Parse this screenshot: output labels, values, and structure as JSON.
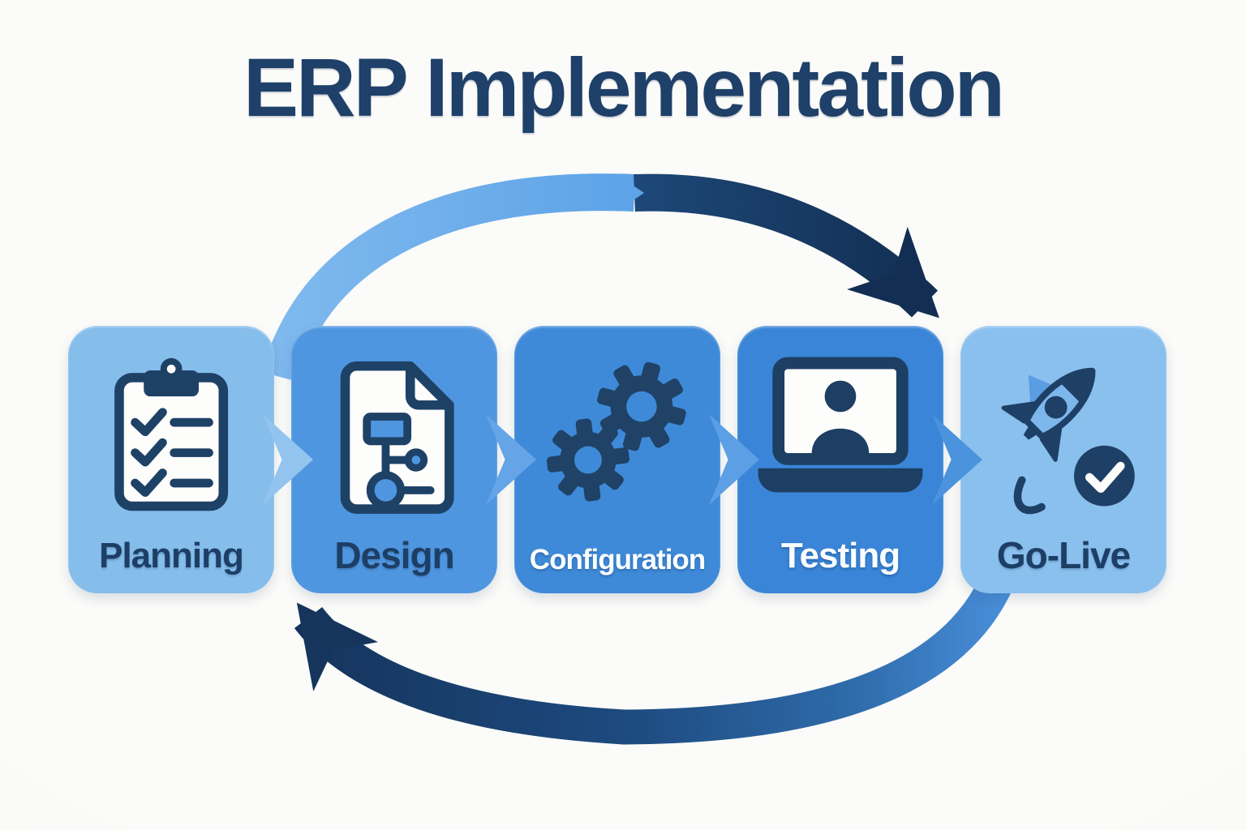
{
  "title": "ERP Implementation",
  "stages": [
    {
      "label": "Planning",
      "icon": "clipboard-checklist-icon",
      "bg": "#85bdeb",
      "text_color": "#1d3f66"
    },
    {
      "label": "Design",
      "icon": "document-flowchart-icon",
      "bg": "#4f96e0",
      "text_color": "#1d3f66"
    },
    {
      "label": "Configuration",
      "icon": "gears-icon",
      "bg": "#3e8ad8",
      "text_color": "#fafdff"
    },
    {
      "label": "Testing",
      "icon": "laptop-user-icon",
      "bg": "#3a85d7",
      "text_color": "#fafdff"
    },
    {
      "label": "Go-Live",
      "icon": "rocket-launch-check-icon",
      "bg": "#8ac0ee",
      "text_color": "#1d3f66"
    }
  ],
  "connectors": [
    {
      "color": "#93c4ef"
    },
    {
      "color": "#64a4e7"
    },
    {
      "color": "#5d9fe4"
    },
    {
      "color": "#4c93de"
    }
  ],
  "arrows": {
    "top": {
      "name": "cycle-arrow-forward",
      "direction": "left-to-right",
      "color_start": "#7fb9ee",
      "color_end": "#122e52"
    },
    "bottom": {
      "name": "cycle-arrow-return",
      "direction": "right-to-left",
      "color_start": "#4a90dc",
      "color_end": "#15355d"
    }
  },
  "colors": {
    "background": "#f8f8f5",
    "title": "#1e4069",
    "icon_navy": "#1e4166"
  }
}
